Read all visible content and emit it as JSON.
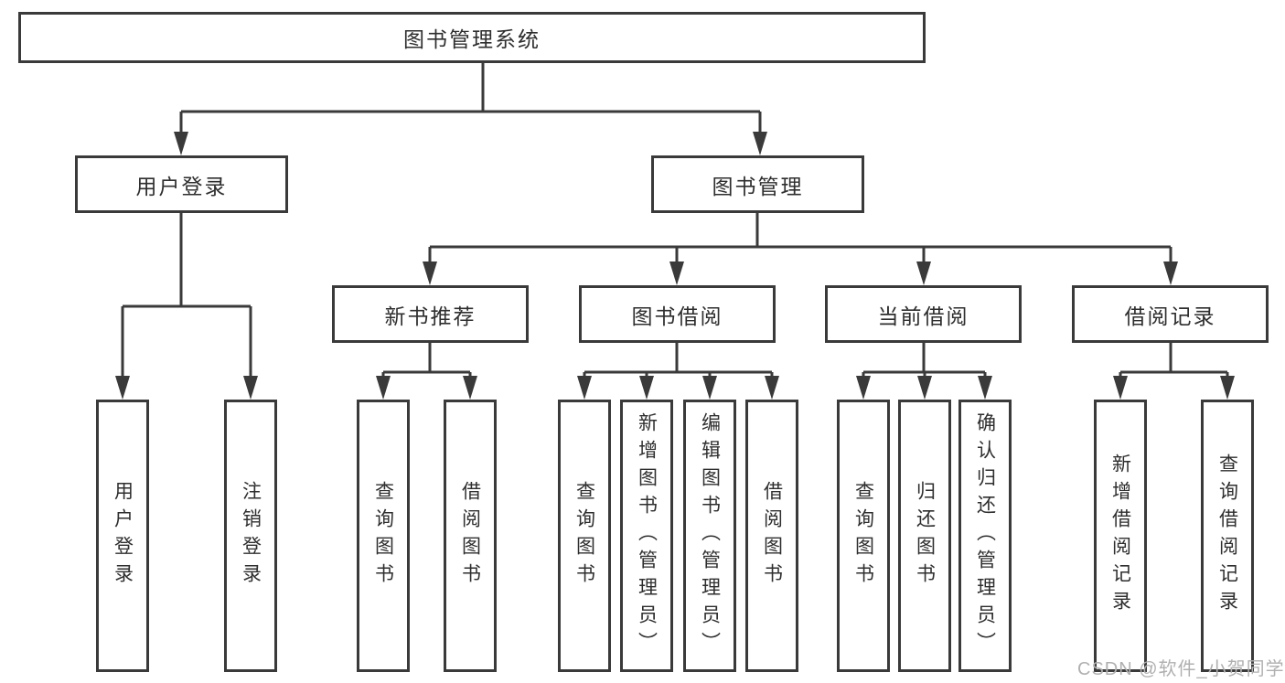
{
  "tree": {
    "root": "图书管理系统",
    "branches": [
      {
        "label": "用户登录",
        "children": [
          "用户登录",
          "注销登录"
        ]
      },
      {
        "label": "图书管理",
        "sections": [
          {
            "label": "新书推荐",
            "children": [
              "查询图书",
              "借阅图书"
            ]
          },
          {
            "label": "图书借阅",
            "children": [
              "查询图书",
              "新增图书（管理员）",
              "编辑图书（管理员）",
              "借阅图书"
            ]
          },
          {
            "label": "当前借阅",
            "children": [
              "查询图书",
              "归还图书",
              "确认归还（管理员）"
            ]
          },
          {
            "label": "借阅记录",
            "children": [
              "新增借阅记录",
              "查询借阅记录"
            ]
          }
        ]
      }
    ]
  },
  "watermark": {
    "text": "CSDN @软件_小贺同学"
  },
  "colors": {
    "line": "#3a3a3a",
    "text": "#2e2e2e",
    "background": "#ffffff",
    "watermark": "#b0b0b0"
  }
}
